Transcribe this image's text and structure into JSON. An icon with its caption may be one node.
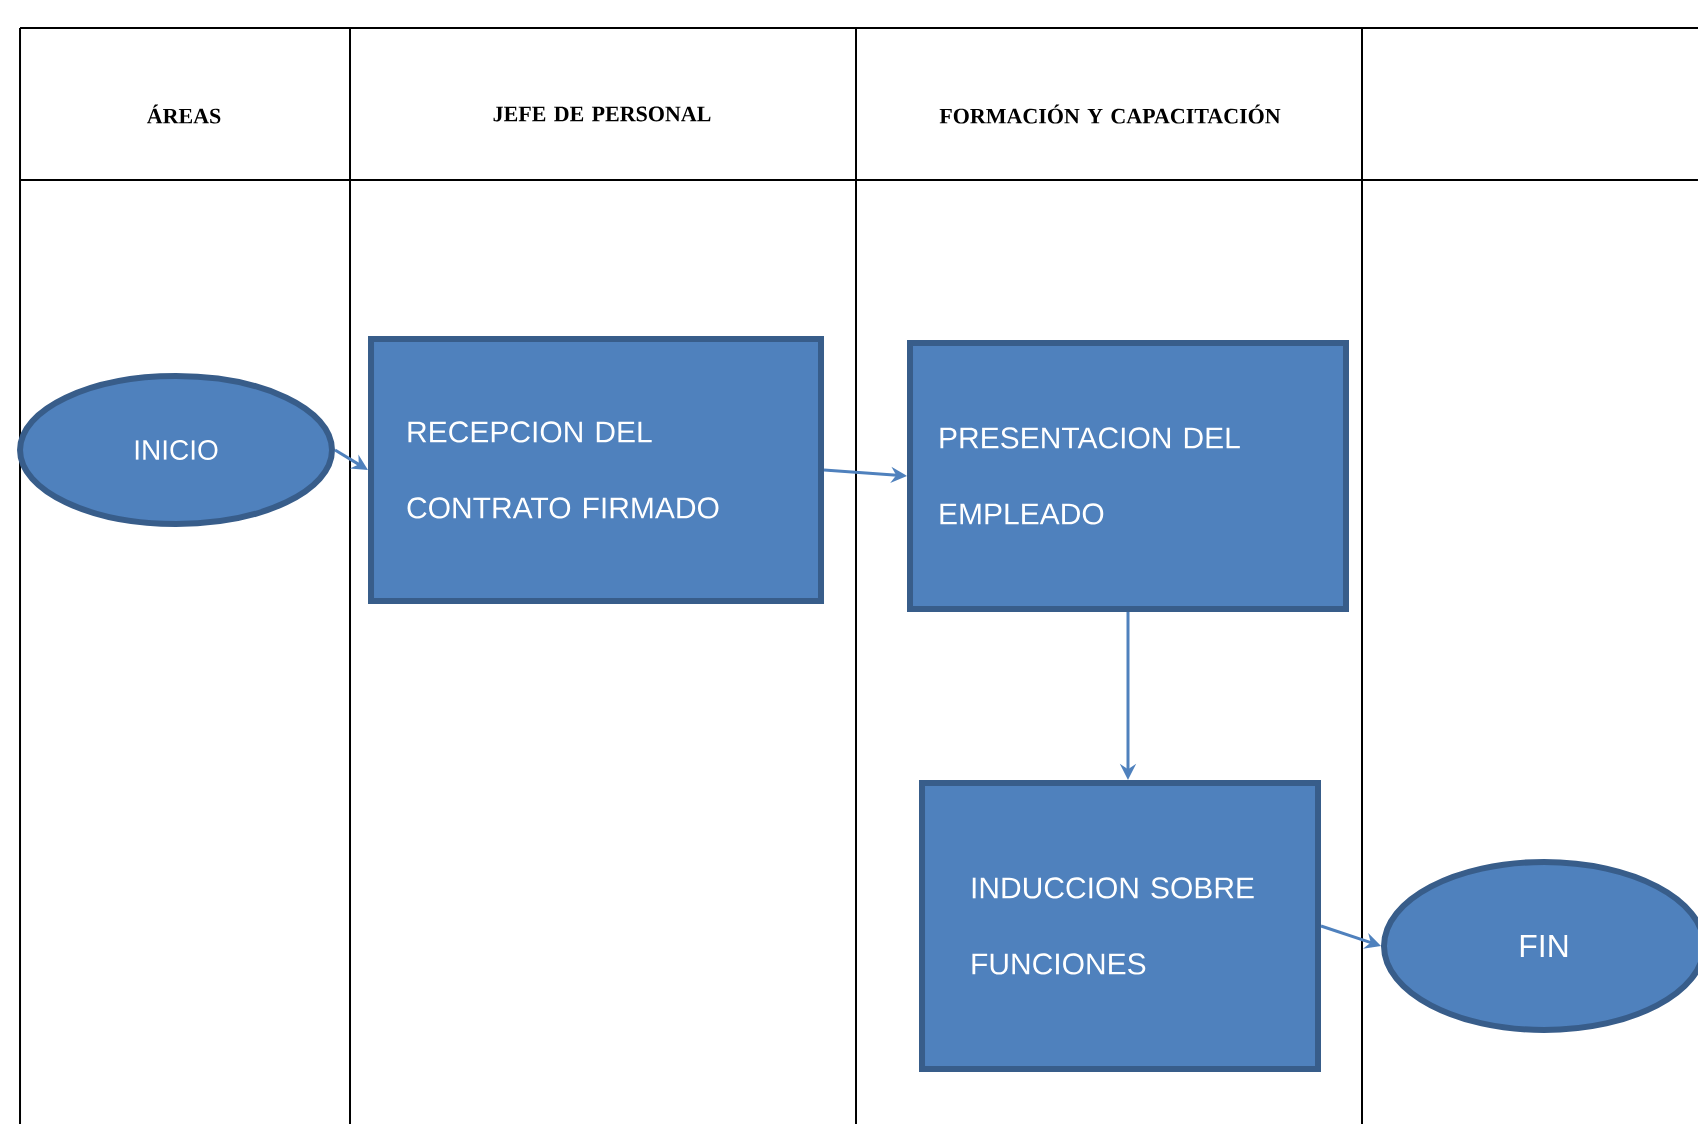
{
  "diagram": {
    "nodes": [
      {
        "text": [
          "INICIO"
        ]
      },
      {
        "text": [
          "RECEPCION DEL CONTRATO FIRMADO"
        ]
      },
      {
        "text": [
          "PRESENTACION DEL EMPLEADO"
        ]
      },
      {
        "text": [
          "INDUCCION SOBRE FUNCIONES"
        ]
      },
      {
        "text": [
          "FIN"
        ]
      }
    ],
    "edges": [
      {
        "from": 0,
        "to": 1,
        "arrow": "to"
      },
      {
        "from": 1,
        "to": 2,
        "arrow": "to"
      },
      {
        "from": 2,
        "to": 3,
        "arrow": "to"
      },
      {
        "from": 3,
        "to": 4,
        "arrow": "to"
      }
    ],
    "labels": [
      "ÁREAS",
      "JEFE DE PERSONAL",
      "FORMACIÓN Y CAPACITACIÓN"
    ]
  }
}
